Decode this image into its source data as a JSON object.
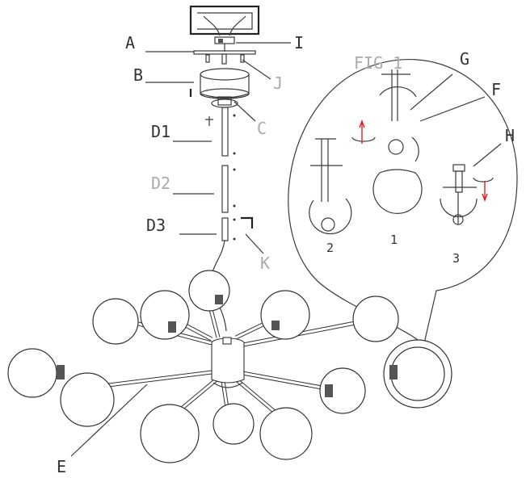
{
  "labels": {
    "A": "A",
    "B": "B",
    "C": "C",
    "D1": "D1",
    "D2": "D2",
    "D3": "D3",
    "E": "E",
    "F": "F",
    "G": "G",
    "H": "H",
    "I": "I",
    "J": "J",
    "K": "K"
  },
  "fig_title": "FIG 1",
  "steps": [
    "1",
    "2",
    "3"
  ],
  "colors": {
    "line": "#333333",
    "arrow": "#e02020",
    "light_label": "#aaaaaa"
  }
}
